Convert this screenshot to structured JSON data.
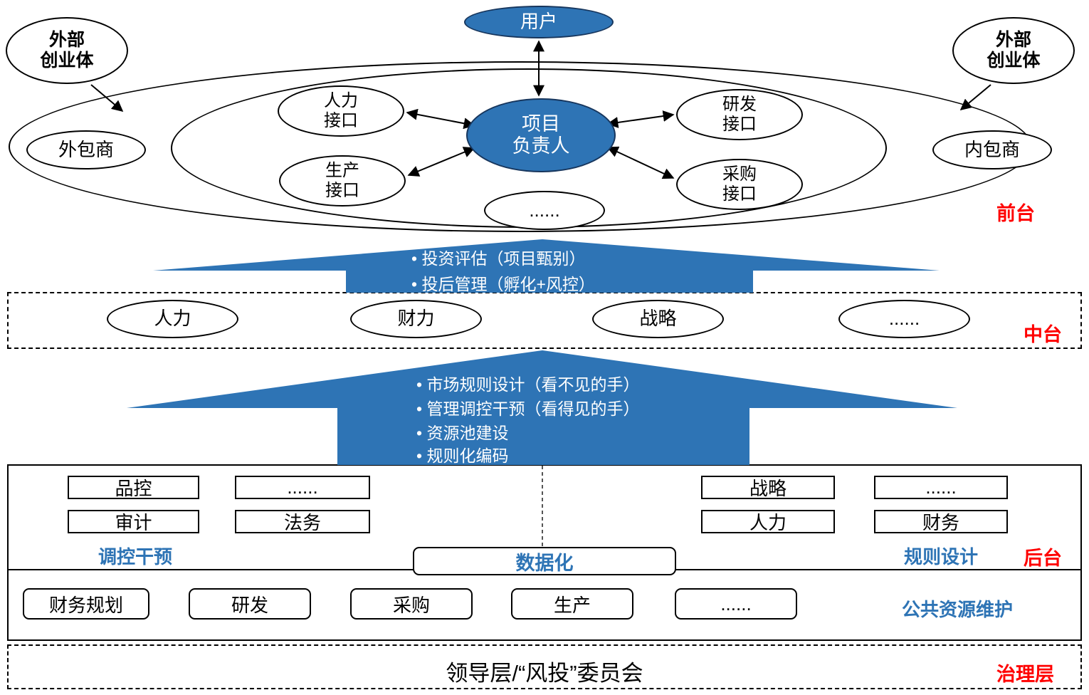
{
  "colors": {
    "blue": "#2E74B5",
    "red": "#FF0000"
  },
  "front": {
    "label": "前台",
    "user": "用户",
    "leader": "项目\n负责人",
    "external_left": "外部\n创业体",
    "external_right": "外部\n创业体",
    "outsourcer": "外包商",
    "insourcer": "内包商",
    "interfaces": [
      {
        "label": "人力\n接口"
      },
      {
        "label": "研发\n接口"
      },
      {
        "label": "生产\n接口"
      },
      {
        "label": "采购\n接口"
      }
    ],
    "ellipsis": "......"
  },
  "arrow1": {
    "items": [
      "投资评估（项目甄别）",
      "投后管理（孵化+风控）"
    ]
  },
  "middle": {
    "label": "中台",
    "items": [
      "人力",
      "财力",
      "战略",
      "......"
    ]
  },
  "arrow2": {
    "items": [
      "市场规则设计（看不见的手）",
      "管理调控干预（看得见的手）",
      "资源池建设",
      "规则化编码"
    ]
  },
  "back": {
    "label": "后台",
    "left_group": {
      "items": [
        "品控",
        "......",
        "审计",
        "法务"
      ],
      "caption": "调控干预"
    },
    "right_group": {
      "items": [
        "战略",
        "......",
        "人力",
        "财务"
      ],
      "caption": "规则设计"
    },
    "center_caption": "数据化",
    "bottom_row": {
      "items": [
        "财务规划",
        "研发",
        "采购",
        "生产",
        "......"
      ],
      "caption": "公共资源维护"
    }
  },
  "governance": {
    "label": "治理层",
    "text": "领导层/“风投”委员会"
  }
}
